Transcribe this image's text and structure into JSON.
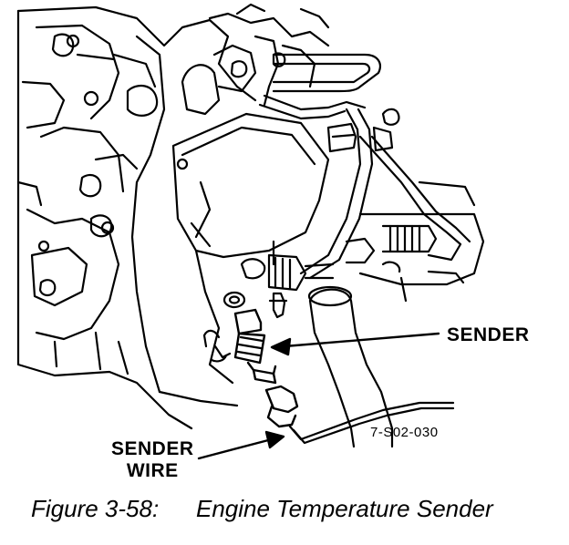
{
  "labels": {
    "sender": "SENDER",
    "sender_wire_line1": "SENDER",
    "sender_wire_line2": "WIRE",
    "ref_code": "7-S02-030"
  },
  "caption": {
    "number": "Figure 3-58:",
    "title": "Engine Temperature Sender"
  },
  "colors": {
    "ink": "#000000",
    "paper": "#ffffff"
  }
}
